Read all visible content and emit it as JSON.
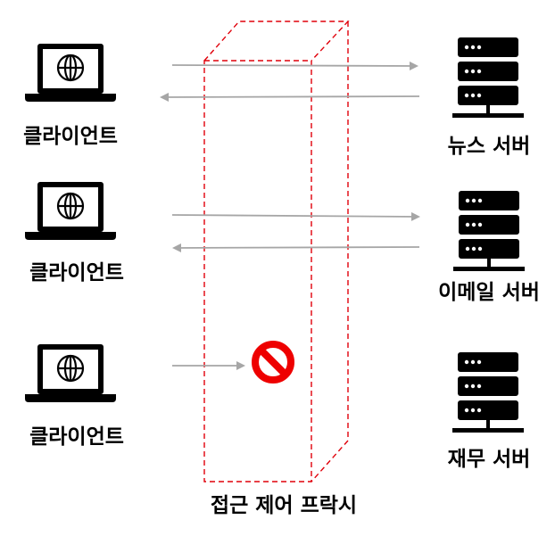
{
  "clients": [
    {
      "label": "클라이언트",
      "icon": "laptop-globe-icon"
    },
    {
      "label": "클라이언트",
      "icon": "laptop-globe-icon"
    },
    {
      "label": "클라이언트",
      "icon": "laptop-globe-icon"
    }
  ],
  "servers": [
    {
      "label": "뉴스 서버",
      "icon": "server-rack-icon"
    },
    {
      "label": "이메일 서버",
      "icon": "server-rack-icon"
    },
    {
      "label": "재무 서버",
      "icon": "server-rack-icon"
    }
  ],
  "proxy": {
    "label": "접근 제어 프락시",
    "blocked_icon": "prohibited-icon"
  },
  "colors": {
    "proxy_outline": "#e0000a",
    "arrow": "#a6a6a6",
    "icon_fill": "#000000",
    "block_red": "#ee0000"
  }
}
